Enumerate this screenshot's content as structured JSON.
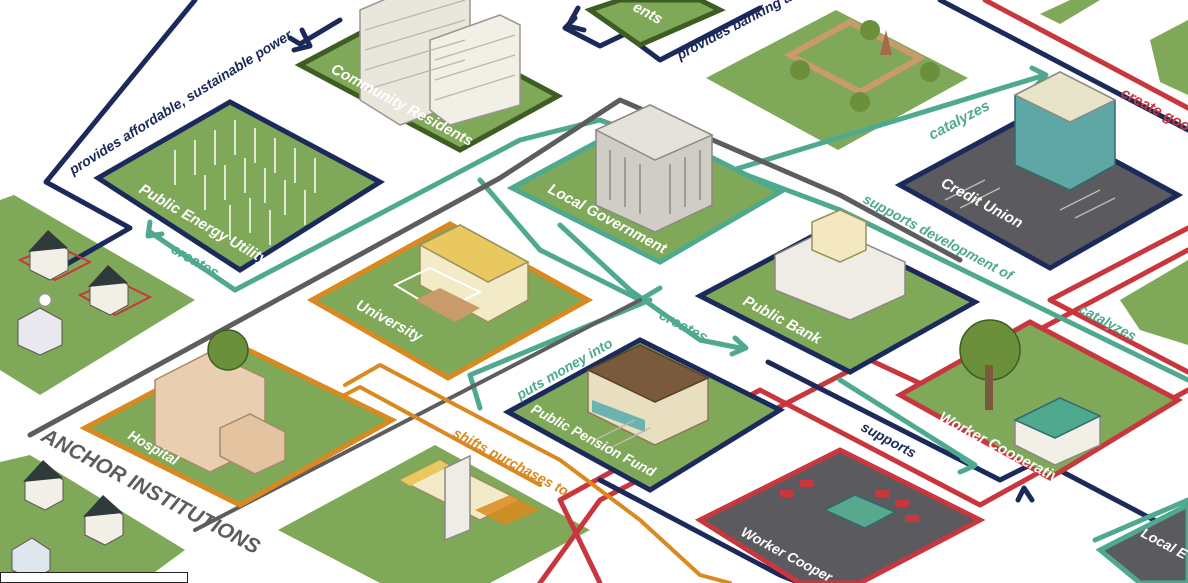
{
  "colors": {
    "navy": "#1b2a5a",
    "teal": "#4fa98f",
    "red": "#c8373d",
    "orange": "#d9891f",
    "gray": "#5d5d60",
    "grass": "#7fa959",
    "asphalt": "#5b5a5e"
  },
  "blocks": {
    "community_residents": "Community Residents",
    "public_energy_utility": "Public Energy Utility",
    "local_government": "Local Government",
    "credit_union": "Credit Union",
    "university": "University",
    "public_bank": "Public Bank",
    "hospital": "Hospital",
    "public_pension_fund": "Public Pension Fund",
    "worker_cooperatives": "Worker Cooperatives",
    "worker_cooperatives_2": "Worker Cooper",
    "top_partial": "ents",
    "local_partial": "Local E"
  },
  "flows": {
    "sustainable_power": "provides affordable, sustainable power",
    "banking": "provides banking a",
    "creates_left": "creates",
    "catalyzes_top": "catalyzes",
    "create_good": "create goo",
    "supports_development": "supports development of",
    "catalyzes_right": "catalyzes",
    "creates_mid": "creates",
    "puts_money": "puts money into",
    "supports": "supports",
    "shifts_purchases": "shifts purchases to"
  },
  "anchor_institutions": "ANCHOR INSTITUTIONS"
}
